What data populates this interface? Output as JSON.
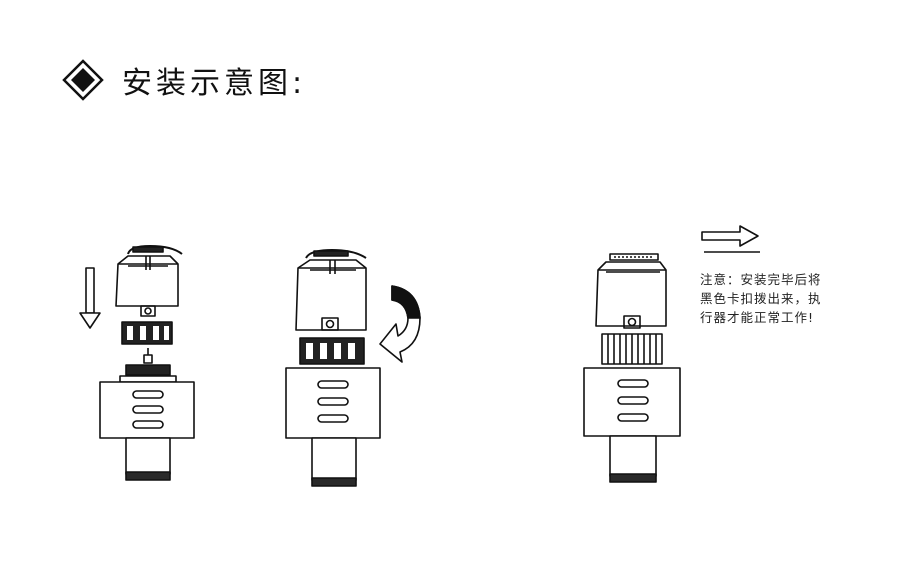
{
  "heading": {
    "title": "安装示意图:",
    "icon": "diamond-bullet-icon"
  },
  "note": {
    "lines": [
      "注意：安装完毕后将",
      "黑色卡扣拨出来，执",
      "行器才能正常工作!"
    ],
    "icon": "right-arrow-icon"
  },
  "steps": [
    {
      "id": "step-1",
      "icon": "down-arrow-icon"
    },
    {
      "id": "step-2",
      "icon": "rotate-arrow-icon"
    },
    {
      "id": "step-3"
    }
  ],
  "colors": {
    "outline": "#111111",
    "dark": "#1a1a1a",
    "fill": "#ffffff",
    "base": "#2a2a2a"
  }
}
